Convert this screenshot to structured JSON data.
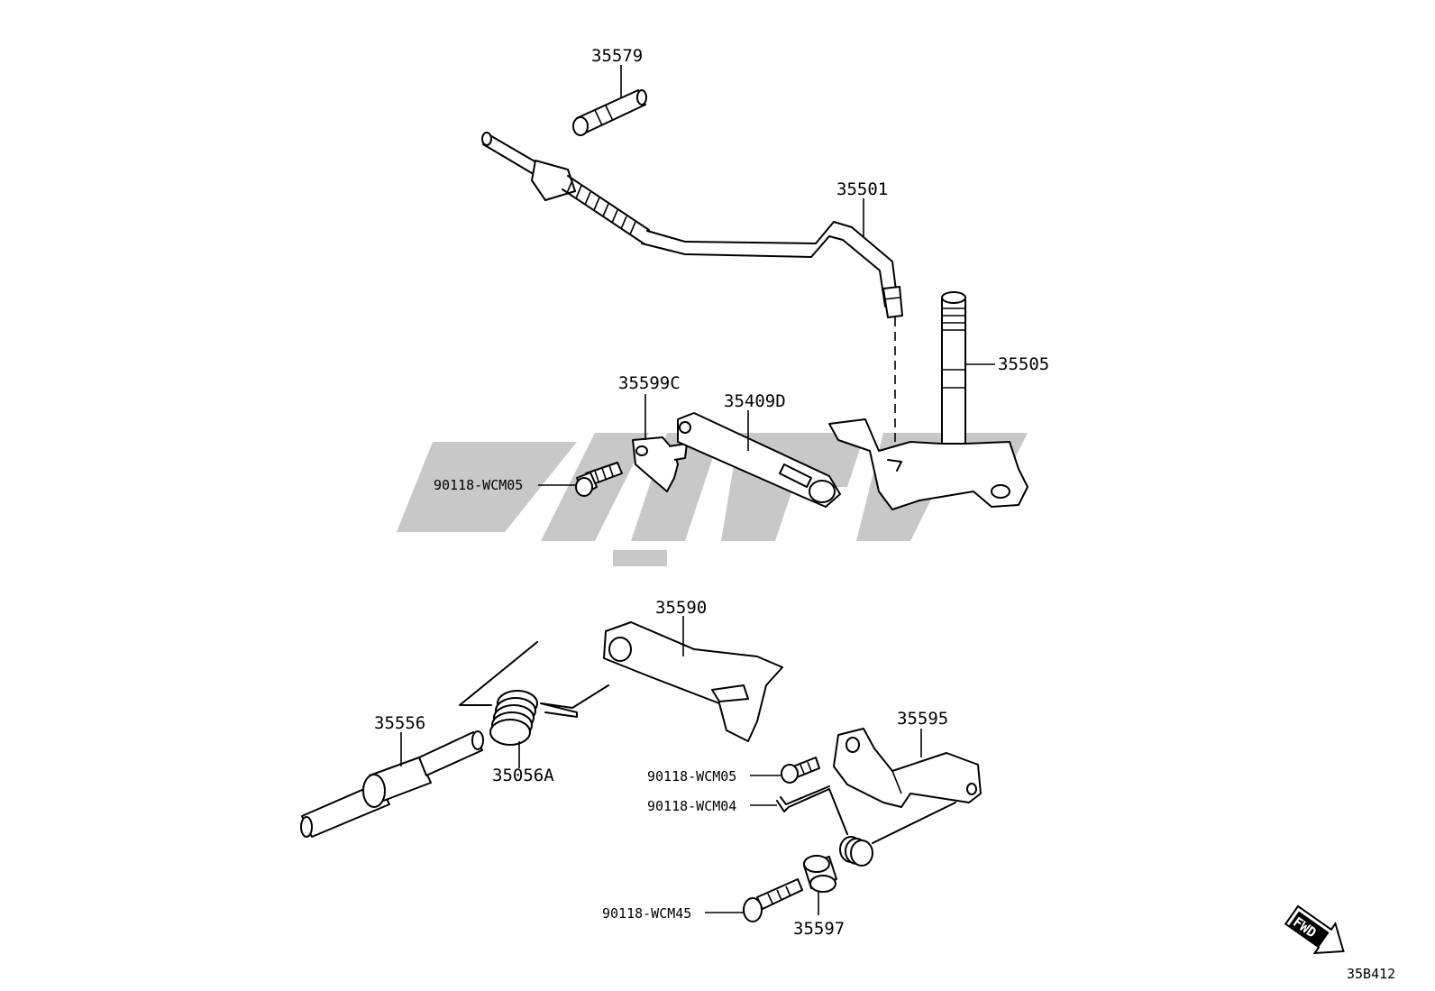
{
  "diagram": {
    "code": "35B412",
    "fwd_label": "FWD",
    "part_labels": {
      "p35579": "35579",
      "p35501": "35501",
      "p35505": "35505",
      "p35599c": "35599C",
      "p35409d": "35409D",
      "b_wcm05_top": "90118-WCM05",
      "p35590": "35590",
      "p35556": "35556",
      "p35056a": "35056A",
      "p35595": "35595",
      "b_wcm05_bottom": "90118-WCM05",
      "b_wcm04": "90118-WCM04",
      "b_wcm45": "90118-WCM45",
      "p35597": "35597"
    }
  }
}
